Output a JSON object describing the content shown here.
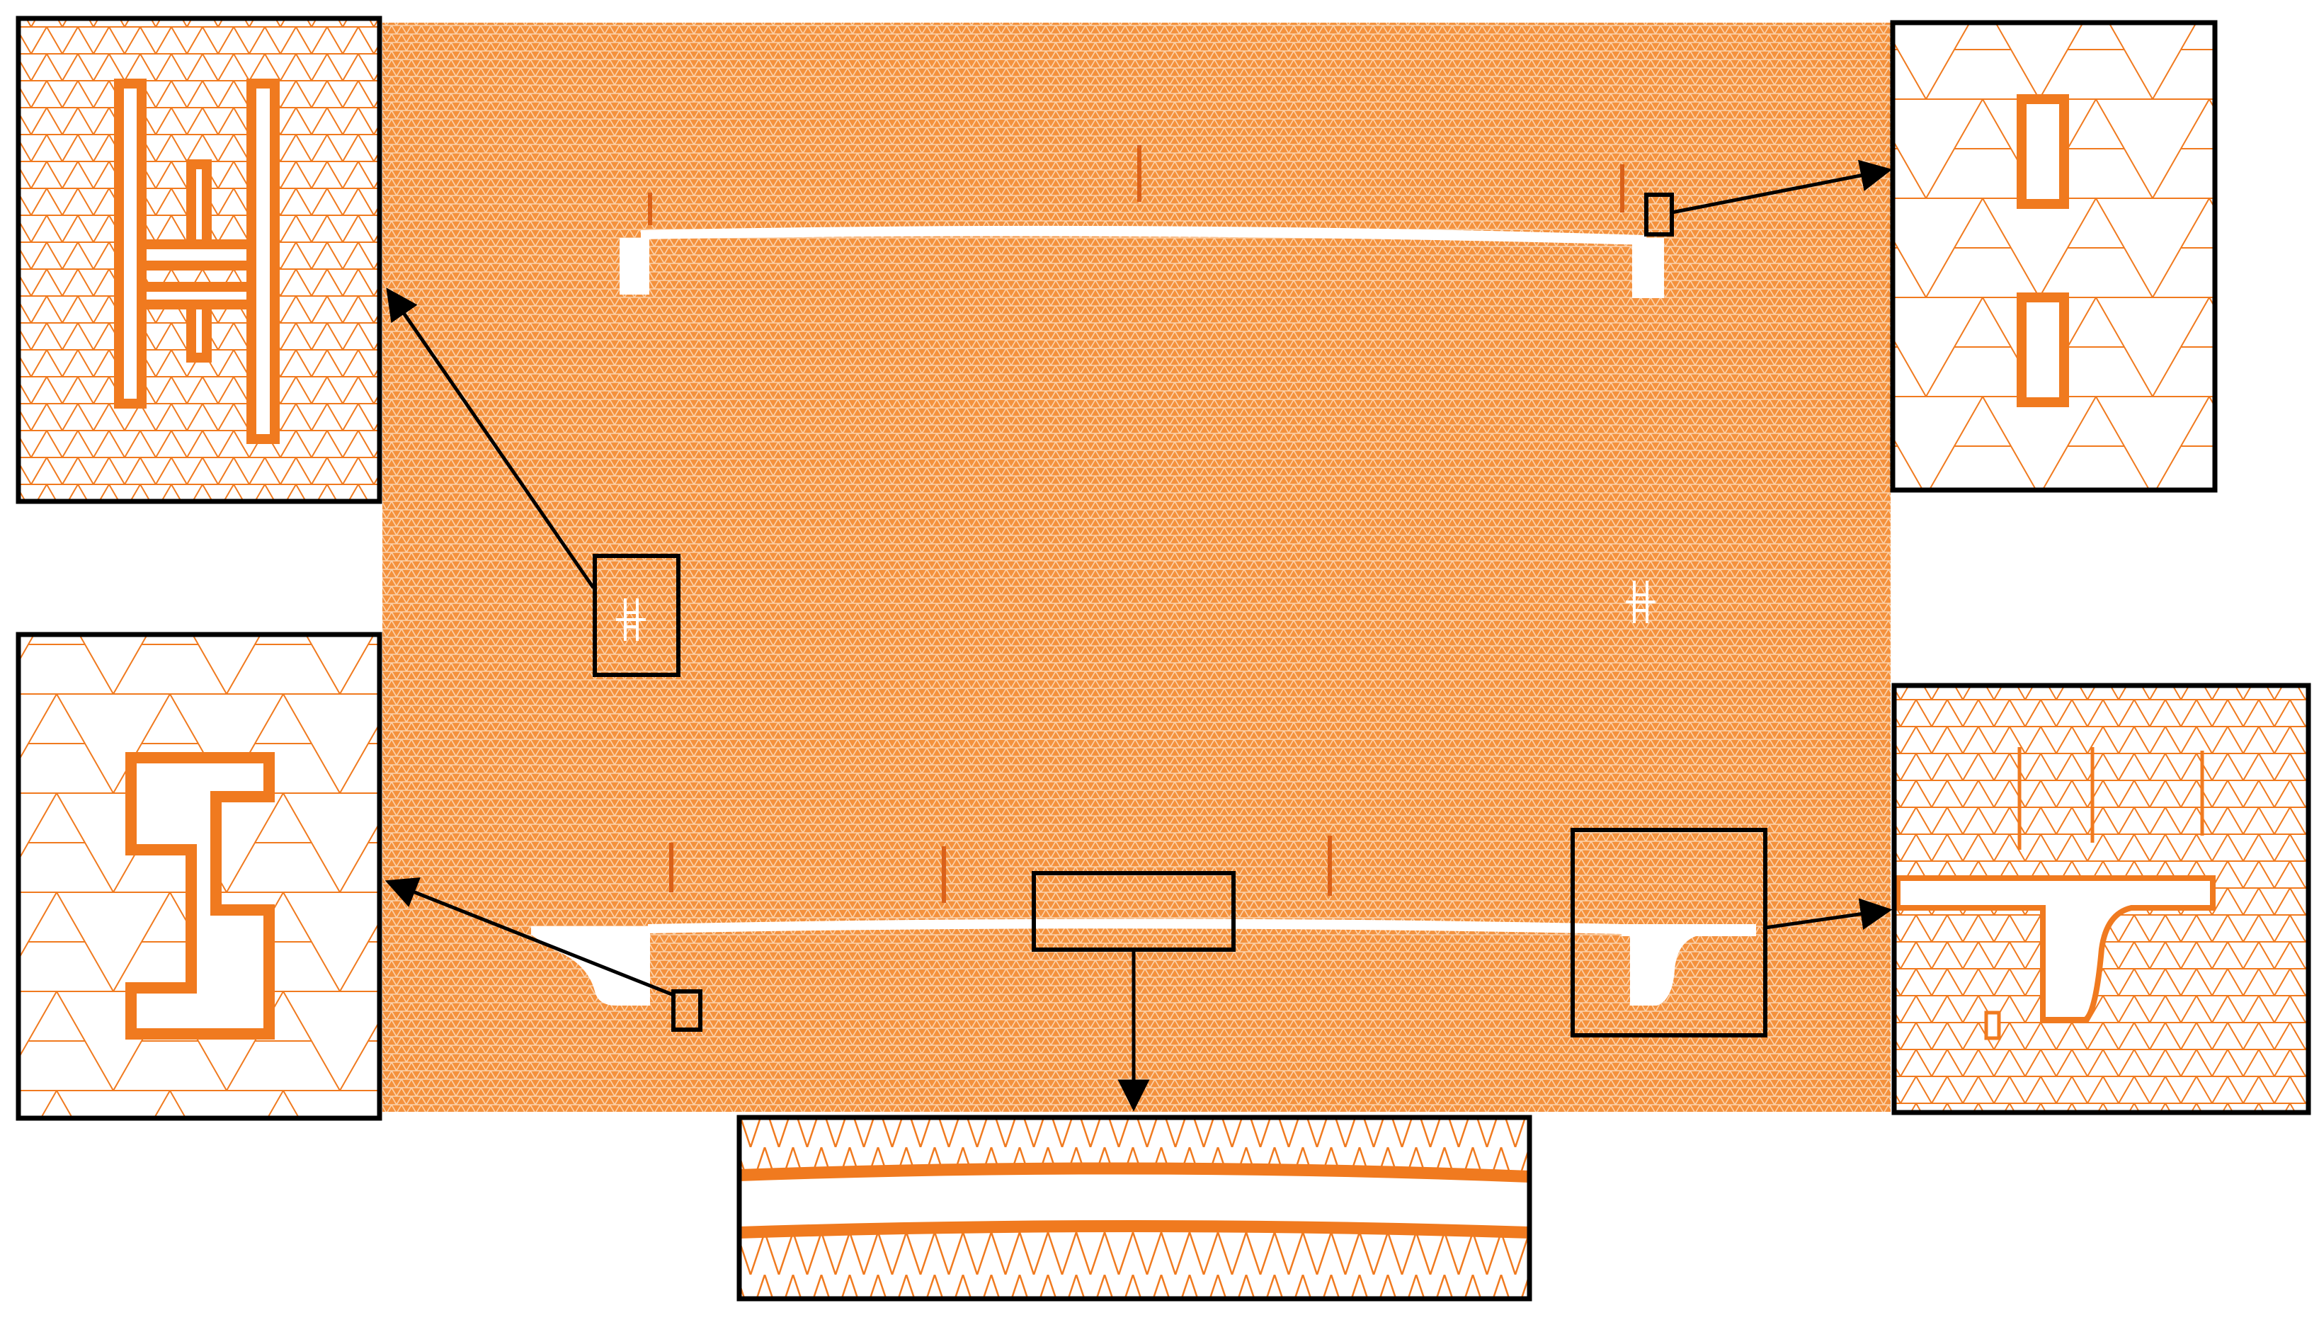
{
  "figure": {
    "mesh_color": "#f07a1f",
    "background_color": "#ffffff",
    "frame_color": "#000000",
    "main_view": {
      "description_key": "mesh-domain"
    },
    "insets": [
      {
        "id": "inset-top-left",
        "content": "h-shaped-void-fine-mesh"
      },
      {
        "id": "inset-top-right",
        "content": "two-rectangular-voids-coarse-mesh"
      },
      {
        "id": "inset-bottom-left",
        "content": "h-shaped-void-coarse-mesh"
      },
      {
        "id": "inset-bottom-right",
        "content": "pier-and-deck-fine-mesh"
      },
      {
        "id": "inset-bottom-center",
        "content": "thin-deck-strip-mesh"
      }
    ]
  }
}
